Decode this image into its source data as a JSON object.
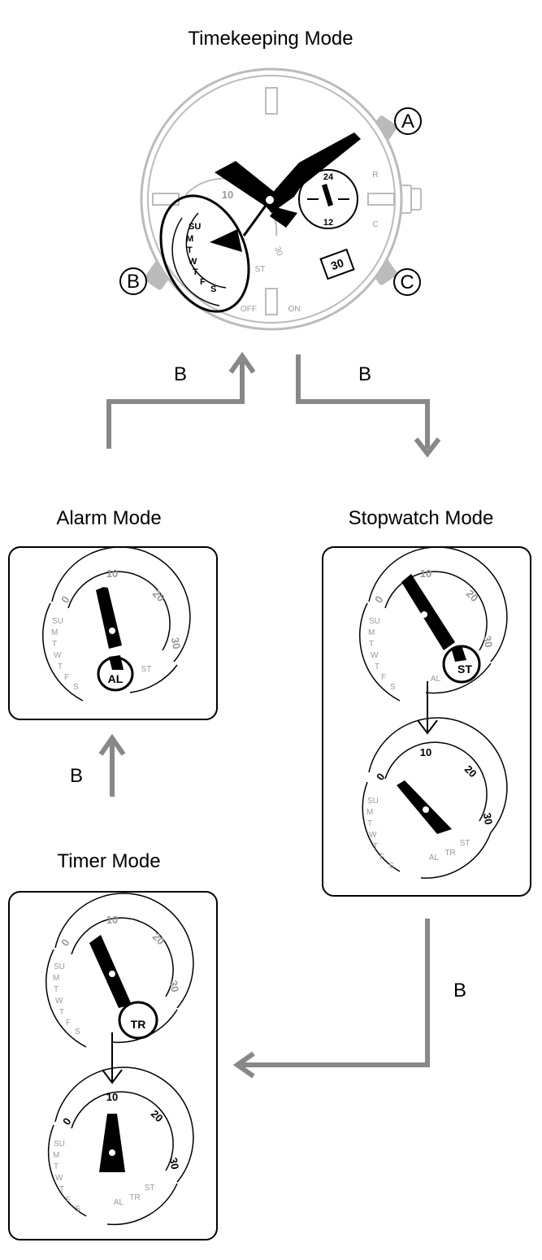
{
  "modes": {
    "timekeeping": "Timekeeping Mode",
    "alarm": "Alarm Mode",
    "stopwatch": "Stopwatch Mode",
    "timer": "Timer Mode"
  },
  "arrow_label": "B",
  "buttons": {
    "a": "A",
    "b": "B",
    "c": "C"
  },
  "watch": {
    "dial_numbers": [
      "10",
      "0",
      "20",
      "30"
    ],
    "days": [
      "SU",
      "M",
      "T",
      "W",
      "T",
      "F",
      "S"
    ],
    "sub_dial": [
      "24",
      "12"
    ],
    "date": "30",
    "crown_labels": [
      "R",
      "C"
    ],
    "power_labels": [
      "OFF",
      "ON"
    ],
    "small_labels": [
      "ST",
      "AL",
      "TR"
    ]
  },
  "badges": {
    "alarm": "AL",
    "stopwatch": "ST",
    "timer": "TR"
  }
}
